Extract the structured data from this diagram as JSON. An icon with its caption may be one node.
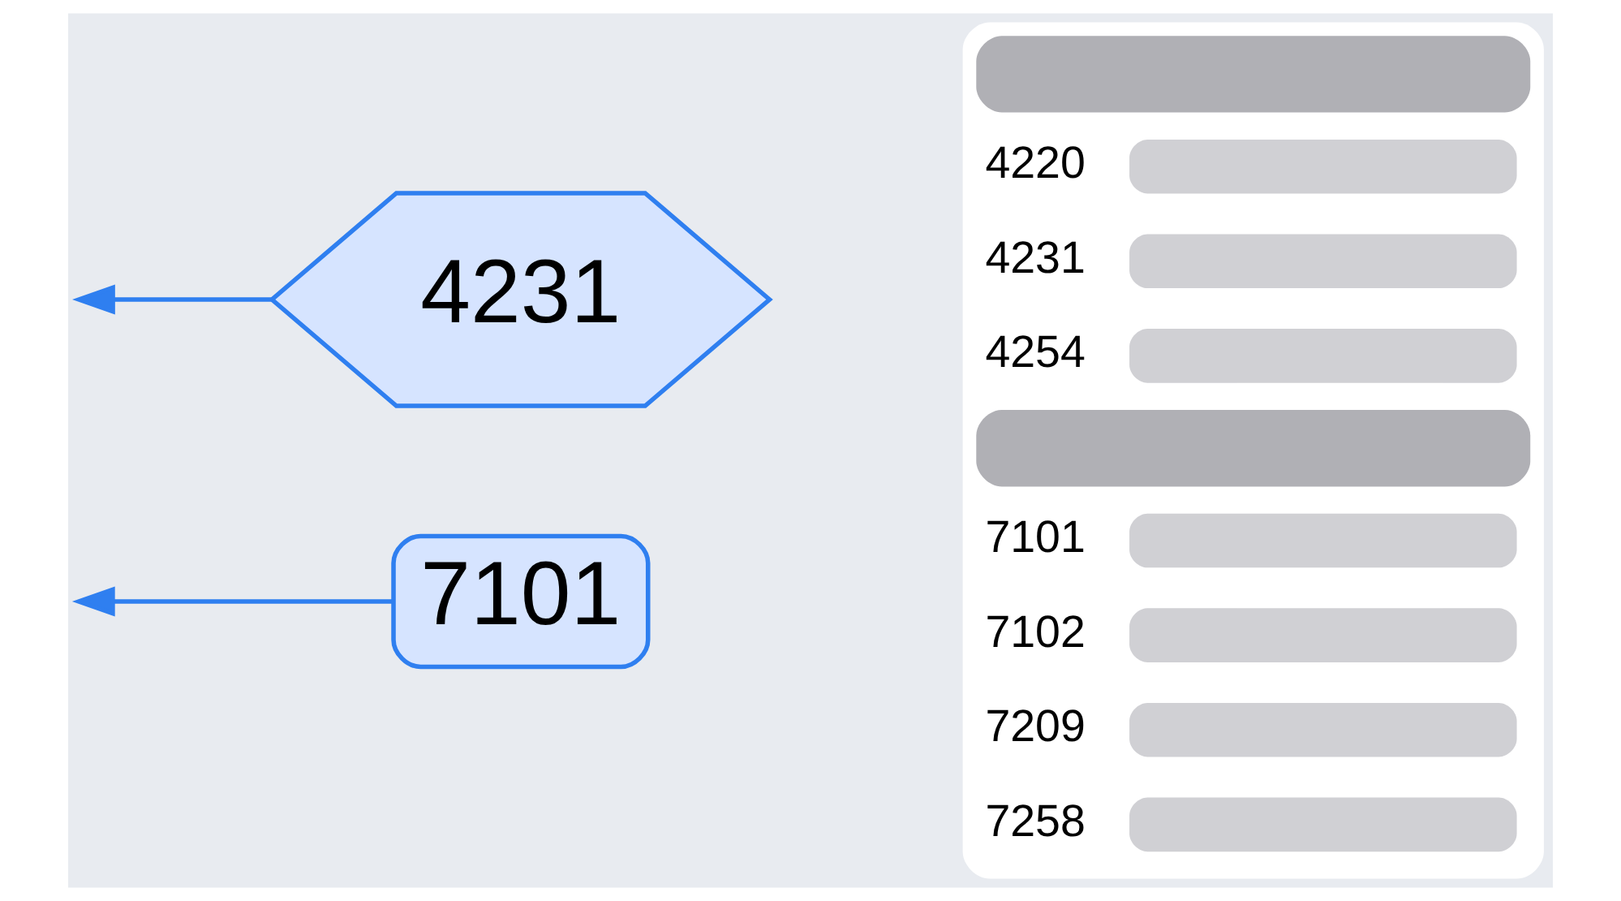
{
  "diagram": {
    "nodes": [
      {
        "text": [
          "4231"
        ]
      },
      {
        "text": [
          "7101"
        ]
      },
      {
        "text": [
          "4220",
          "4231",
          "4254",
          "7101",
          "7102",
          "7209",
          "7258"
        ]
      }
    ],
    "edges": [
      {
        "from": 0,
        "to": null,
        "arrow": "to"
      },
      {
        "from": 1,
        "to": null,
        "arrow": "to"
      }
    ]
  }
}
